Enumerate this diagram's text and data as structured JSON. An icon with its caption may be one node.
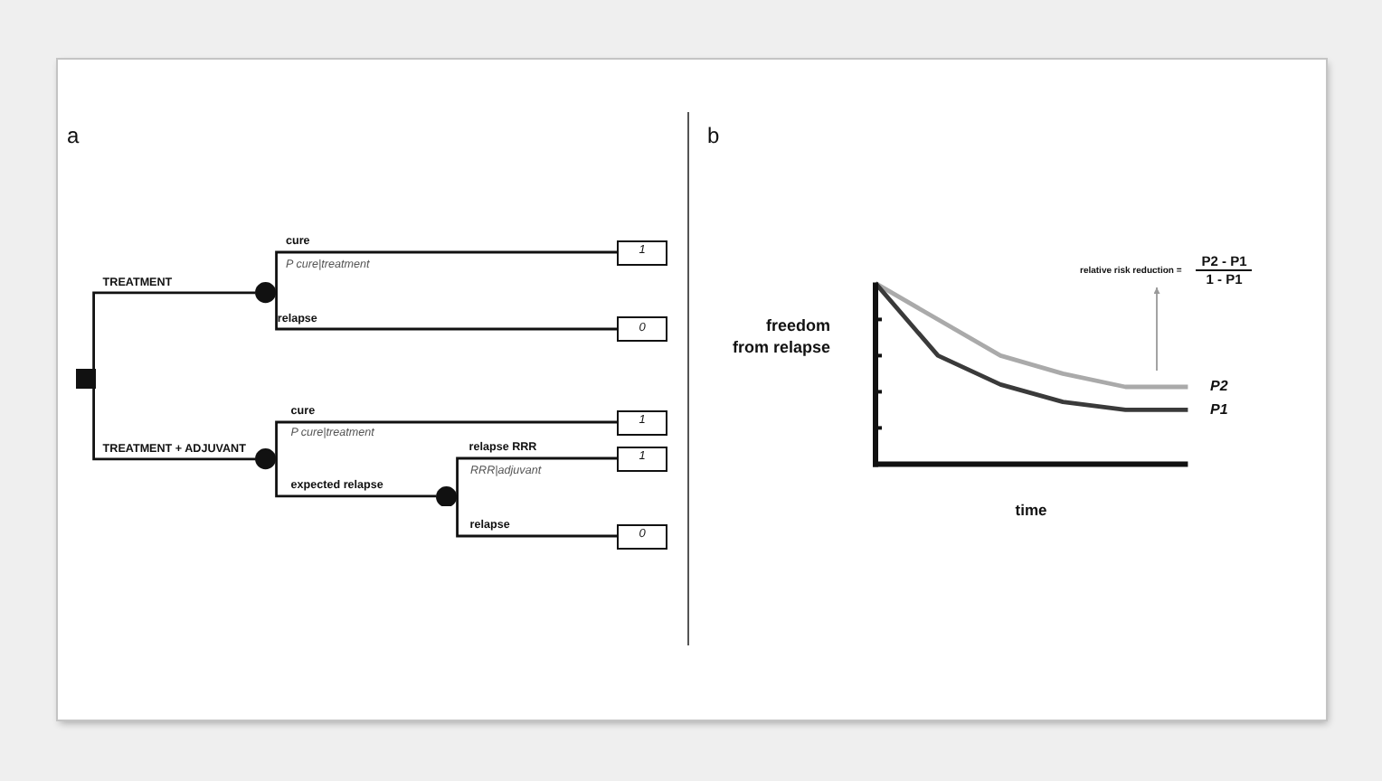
{
  "diagram": {
    "nodes": [
      {
        "text": [],
        "shape": "box"
      },
      {
        "text": [],
        "shape": "circle"
      },
      {
        "text": [
          "1"
        ]
      },
      {
        "text": [
          "0"
        ]
      },
      {
        "text": [],
        "shape": "circle"
      },
      {
        "text": [
          "1"
        ]
      },
      {
        "text": [],
        "shape": "circle"
      },
      {
        "text": [
          "1"
        ]
      },
      {
        "text": [
          "0"
        ]
      },
      {
        "text": [
          "relative risk reduction =",
          "P2 - P1",
          "1 - P1"
        ]
      }
    ],
    "edges": [
      {
        "from": 0,
        "to": 1,
        "arrow": "none",
        "label": "TREATMENT"
      },
      {
        "from": 0,
        "to": 4,
        "arrow": "none",
        "label": "TREATMENT + ADJUVANT"
      },
      {
        "from": 1,
        "to": 2,
        "arrow": "none",
        "label": "cure"
      },
      {
        "from": 1,
        "to": 3,
        "arrow": "none",
        "label": "relapse"
      },
      {
        "from": 4,
        "to": 5,
        "arrow": "none",
        "label": "cure"
      },
      {
        "from": 4,
        "to": 6,
        "arrow": "none",
        "label": "expected relapse"
      },
      {
        "from": 6,
        "to": 7,
        "arrow": "none",
        "label": "relapse RRR"
      },
      {
        "from": 6,
        "to": 8,
        "arrow": "none",
        "label": "relapse"
      },
      {
        "from": null,
        "to": 9,
        "arrow": "to",
        "color": "#999999"
      }
    ],
    "labels": [
      "a",
      "P cure|treatment",
      "P cure|treatment",
      "RRR|adjuvant",
      "b",
      "freedom from relapse",
      "P2",
      "P1",
      "time"
    ]
  }
}
